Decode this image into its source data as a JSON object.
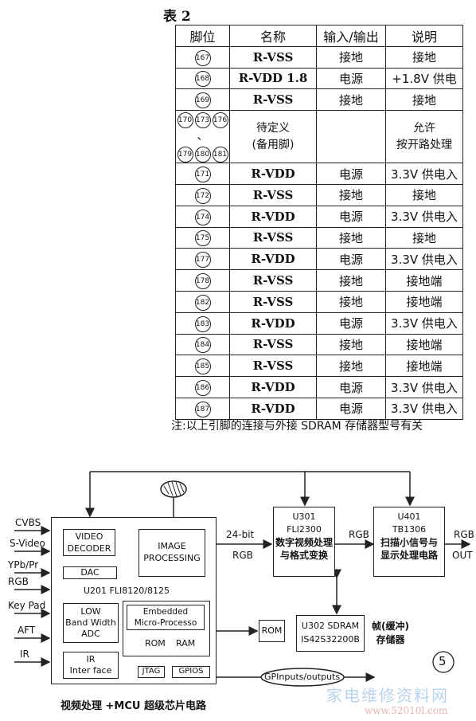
{
  "table": {
    "caption": "表 2",
    "headers": [
      "脚位",
      "名称",
      "输入/输出",
      "说明"
    ],
    "rows": [
      {
        "pins": [
          "167"
        ],
        "name": "R-VSS",
        "io": "接地",
        "desc": "接地"
      },
      {
        "pins": [
          "168"
        ],
        "name": "R-VDD 1.8",
        "io": "电源",
        "desc": "+1.8V 供电"
      },
      {
        "pins": [
          "169"
        ],
        "name": "R-VSS",
        "io": "接地",
        "desc": "接地"
      },
      {
        "pins": [
          "170",
          "173",
          "176",
          "179",
          "180",
          "181"
        ],
        "pins_suffix": "、",
        "name_lines": [
          "待定义",
          "(备用脚)"
        ],
        "io": "",
        "desc_lines": [
          "允许",
          "按开路处理"
        ]
      },
      {
        "pins": [
          "171"
        ],
        "name": "R-VDD",
        "io": "电源",
        "desc": "3.3V 供电入"
      },
      {
        "pins": [
          "172"
        ],
        "name": "R-VSS",
        "io": "接地",
        "desc": "接地"
      },
      {
        "pins": [
          "174"
        ],
        "name": "R-VDD",
        "io": "电源",
        "desc": "3.3V 供电入"
      },
      {
        "pins": [
          "175"
        ],
        "name": "R-VSS",
        "io": "接地",
        "desc": "接地"
      },
      {
        "pins": [
          "177"
        ],
        "name": "R-VDD",
        "io": "电源",
        "desc": "3.3V 供电入"
      },
      {
        "pins": [
          "178"
        ],
        "name": "R-VSS",
        "io": "接地",
        "desc": "接地端"
      },
      {
        "pins": [
          "182"
        ],
        "name": "R-VSS",
        "io": "接地",
        "desc": "接地端"
      },
      {
        "pins": [
          "183"
        ],
        "name": "R-VDD",
        "io": "电源",
        "desc": "3.3V 供电入"
      },
      {
        "pins": [
          "184"
        ],
        "name": "R-VSS",
        "io": "接地",
        "desc": "接地端"
      },
      {
        "pins": [
          "185"
        ],
        "name": "R-VSS",
        "io": "接地",
        "desc": "接地端"
      },
      {
        "pins": [
          "186"
        ],
        "name": "R-VDD",
        "io": "电源",
        "desc": "3.3V 供电入"
      },
      {
        "pins": [
          "187"
        ],
        "name": "R-VDD",
        "io": "电源",
        "desc": "3.3V 供电入"
      }
    ],
    "note": "注:以上引脚的连接与外接 SDRAM 存储器型号有关"
  },
  "diagram": {
    "inputs": [
      "CVBS",
      "S-Video",
      "YPb/Pr",
      "RGB",
      "Key Pad",
      "AFT",
      "IR"
    ],
    "u201": {
      "label": "U201  FLI8120/8125",
      "video_decoder": [
        "VIDEO",
        "DECODER"
      ],
      "dac": "DAC",
      "image_processing": [
        "IMAGE",
        "PROCESSING"
      ],
      "adc": [
        "LOW",
        "Band Width",
        "ADC"
      ],
      "micro": [
        "Embedded",
        "Micro-Processo"
      ],
      "rom": "ROM",
      "ram": "RAM",
      "ir": [
        "IR",
        "Inter face"
      ],
      "jtag": "JTAG",
      "gpios": "GPIOS"
    },
    "bus_label_top": "24-bit",
    "bus_label_bottom": "RGB",
    "u301": [
      "U301",
      "FLI2300",
      "数字视频处理",
      "与格式变换"
    ],
    "u301_out": "RGB",
    "u401": [
      "U401",
      "TB1306",
      "扫描小信号与",
      "显示处理电路"
    ],
    "output": [
      "RGB",
      "OUT"
    ],
    "rom_ext": "ROM",
    "u302": [
      "U302  SDRAM",
      "IS42S32200B"
    ],
    "frame_buffer": [
      "帧(缓冲)",
      "存储器"
    ],
    "gpio_bus": "GPInputs/outputs",
    "caption": "视频处理 +MCU 超级芯片电路",
    "figure_number": "5"
  },
  "watermark": {
    "line1": "家电维修资料网",
    "line2": "www.52010l.com"
  }
}
